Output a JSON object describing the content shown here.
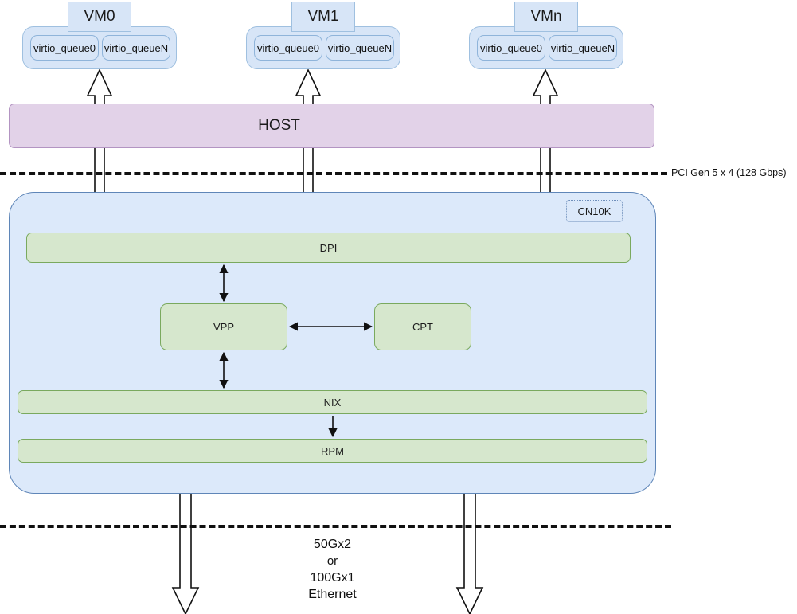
{
  "diagram": {
    "title": "CN10K virtio / VPP datapath block diagram",
    "colors": {
      "vm_fill": "#d7e5f7",
      "vm_stroke": "#9fc0e0",
      "host_fill": "#e2d2e8",
      "host_stroke": "#b394c2",
      "chip_fill": "#dce9fa",
      "chip_stroke": "#5f86b8",
      "block_fill": "#d6e7cd",
      "block_stroke": "#7aa95e",
      "line": "#111111"
    }
  },
  "vms": [
    {
      "title": "VM0",
      "queues": [
        "virtio_queue0",
        "virtio_queueN"
      ]
    },
    {
      "title": "VM1",
      "queues": [
        "virtio_queue0",
        "virtio_queueN"
      ]
    },
    {
      "title": "VMn",
      "queues": [
        "virtio_queue0",
        "virtio_queueN"
      ]
    }
  ],
  "host": {
    "label": "HOST"
  },
  "pci": {
    "label": "PCI Gen 5 x 4  (128 Gbps)"
  },
  "chip": {
    "tag": "CN10K",
    "blocks": {
      "dpi": "DPI",
      "vpp": "VPP",
      "cpt": "CPT",
      "nix": "NIX",
      "rpm": "RPM"
    }
  },
  "ethernet": {
    "line1": "50Gx2",
    "line2": "or",
    "line3": "100Gx1",
    "line4": "Ethernet"
  }
}
